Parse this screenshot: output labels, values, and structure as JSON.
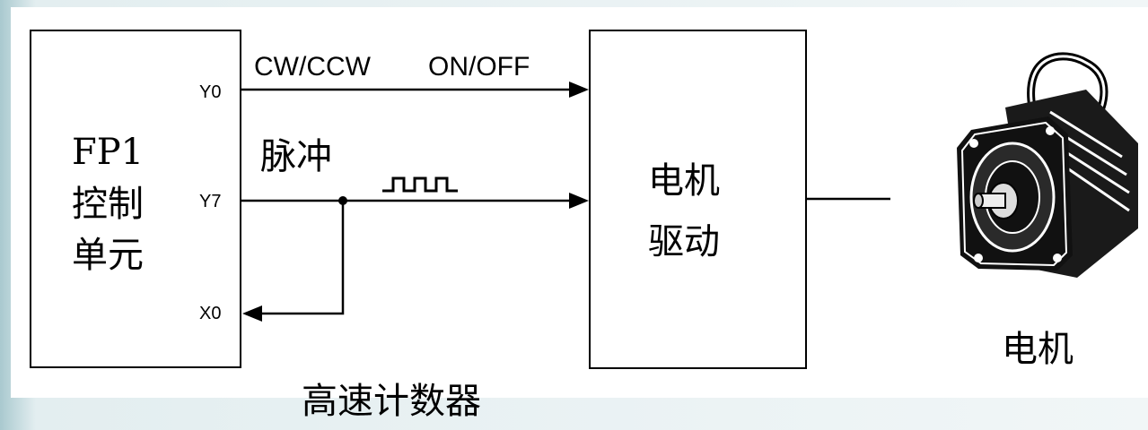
{
  "controller": {
    "line1": "FP1",
    "line2": "控制",
    "line3": "单元"
  },
  "pins": {
    "y0": "Y0",
    "y7": "Y7",
    "x0": "X0"
  },
  "signals": {
    "cw_ccw": "CW/CCW",
    "on_off": "ON/OFF",
    "pulse": "脉冲",
    "high_speed_counter": "高速计数器"
  },
  "driver": {
    "line1": "电机",
    "line2": "驱动"
  },
  "motor": {
    "label": "电机",
    "icon": "stepper-motor-icon"
  }
}
